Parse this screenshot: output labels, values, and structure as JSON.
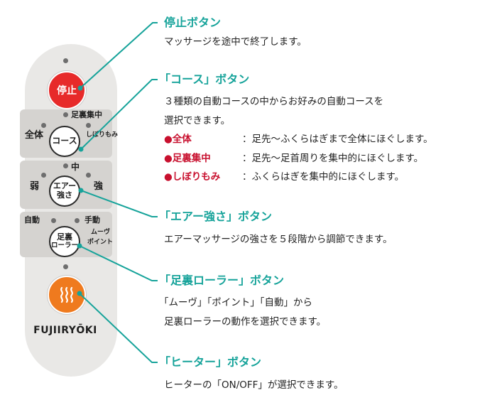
{
  "remote": {
    "stop_label": "停止",
    "course": {
      "label_line1": "コース",
      "option_left": "全体",
      "option_top": "足裏集中",
      "option_right": "しぼりもみ"
    },
    "air": {
      "label_line1": "エアー",
      "label_line2": "強さ",
      "option_left": "弱",
      "option_top": "中",
      "option_right": "強"
    },
    "roller": {
      "label_line1": "足裏",
      "label_line2": "ローラー",
      "option_auto": "自動",
      "option_manual": "手動",
      "option_move_line1": "ムーヴ",
      "option_move_line2": "ポイント"
    },
    "brand": "FUJIIRYŌKI"
  },
  "callouts": {
    "stop": {
      "title": "停止ボタン",
      "text": "マッサージを途中で終了します。"
    },
    "course": {
      "title": "「コース」ボタン",
      "text1": "３種類の自動コースの中からお好みの自動コースを",
      "text2": "選択できます。",
      "modes": [
        {
          "name": "●全体",
          "desc": "：足先〜ふくらはぎまで全体にほぐします。"
        },
        {
          "name": "●足裏集中",
          "desc": "：足先〜足首周りを集中的にほぐします。"
        },
        {
          "name": "●しぼりもみ",
          "desc": "：ふくらはぎを集中的にほぐします。"
        }
      ]
    },
    "air": {
      "title": "「エアー強さ」ボタン",
      "text": "エアーマッサージの強さを５段階から調節できます。"
    },
    "roller": {
      "title": "「足裏ローラー」ボタン",
      "text1": "「ムーヴ」「ポイント」「自動」から",
      "text2": "足裏ローラーの動作を選択できます。"
    },
    "heater": {
      "title": "「ヒーター」ボタン",
      "text": "ヒーターの「ON/OFF」が選択できます。"
    }
  },
  "colors": {
    "accent": "#16a39a",
    "mode_red": "#c8102e",
    "stop_red": "#e72a2a",
    "heater_orange": "#ef7a1e"
  }
}
